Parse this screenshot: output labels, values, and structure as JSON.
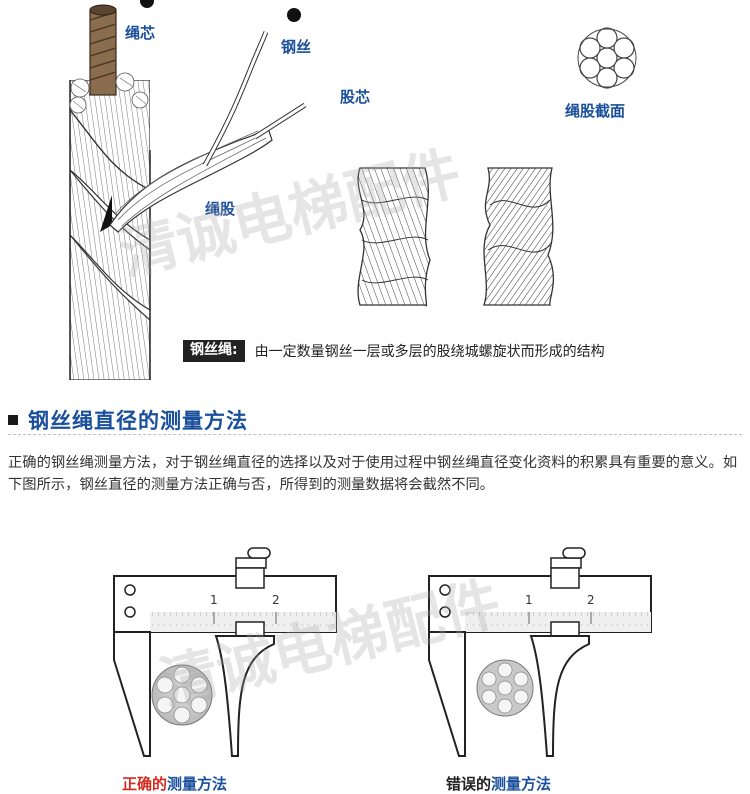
{
  "diagram": {
    "labels": {
      "rope_core": "绳芯",
      "steel_wire": "钢丝",
      "strand_core": "股芯",
      "strand": "绳股",
      "strand_section": "绳股截面"
    },
    "definition": {
      "tag": "钢丝绳:",
      "text": "由一定数量钢丝一层或多层的股绕城螺旋状而形成的结构"
    },
    "watermark": "清诚电梯配件"
  },
  "section": {
    "title": "钢丝绳直径的测量方法",
    "paragraph": "正确的钢丝绳测量方法，对于钢丝绳直径的选择以及对于使用过程中钢丝绳直径变化资料的积累具有重要的意义。如下图所示，钢丝直径的测量方法正确与否，所得到的测量数据将会截然不同。"
  },
  "calipers": {
    "left": {
      "scale_1": "1",
      "scale_2": "2",
      "cap_part1": "正确的",
      "cap_part2": "测量方法"
    },
    "right": {
      "scale_1": "1",
      "scale_2": "2",
      "cap_part1": "错误的",
      "cap_part2": "测量方法"
    },
    "colors": {
      "correct": "#d42a1e",
      "method": "#1a4f9c",
      "wrong": "#222222"
    }
  }
}
